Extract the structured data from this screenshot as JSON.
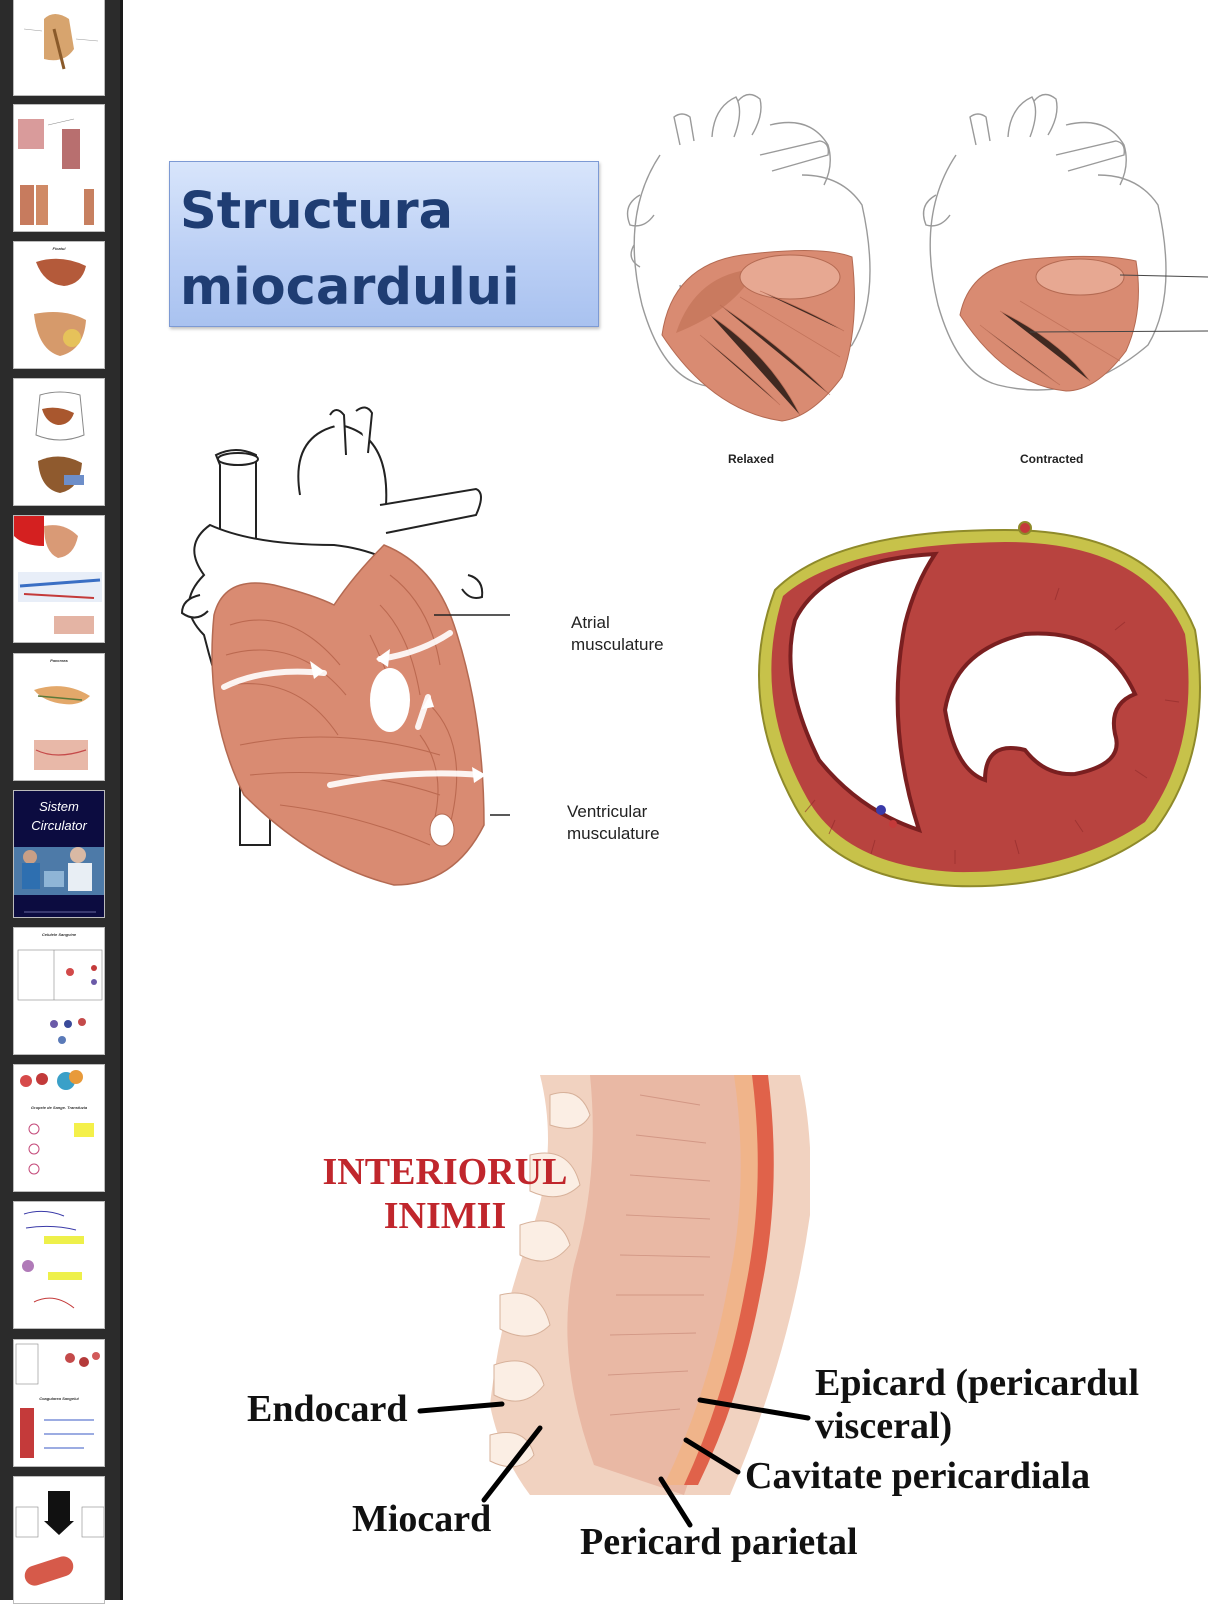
{
  "sidebar": {
    "thumbnails": [
      {
        "label": ""
      },
      {
        "label": ""
      },
      {
        "label": "Ficatul"
      },
      {
        "label": ""
      },
      {
        "label": ""
      },
      {
        "label": "Pancreas"
      },
      {
        "label": "Sistem\nCirculator"
      },
      {
        "label": "Celulele Sangvine"
      },
      {
        "label": "Grupele de Sange. Transfuzia"
      },
      {
        "label": ""
      },
      {
        "label": "Coagularea Sangelui"
      },
      {
        "label": ""
      }
    ]
  },
  "slide": {
    "title": "Structura\nmiocardului",
    "top_figure": {
      "relaxed_label": "Relaxed",
      "contracted_label": "Contracted"
    },
    "heart_figure": {
      "atrial_label": "Atrial\nmusculature",
      "ventricular_label": "Ventricular\nmusculature"
    },
    "interior": {
      "title": "INTERIORUL\nINIMII",
      "endocard": "Endocard",
      "miocard": "Miocard",
      "epicard": "Epicard (pericardul\nvisceral)",
      "cavitate": "Cavitate pericardiala",
      "pericard": "Pericard parietal"
    }
  },
  "colors": {
    "sidebar_bg": "#2b2b2b",
    "title_text": "#1f3d73",
    "title_box": "#bcd0f5",
    "muscle": "#d98b72",
    "interior_title": "#c0262c"
  }
}
